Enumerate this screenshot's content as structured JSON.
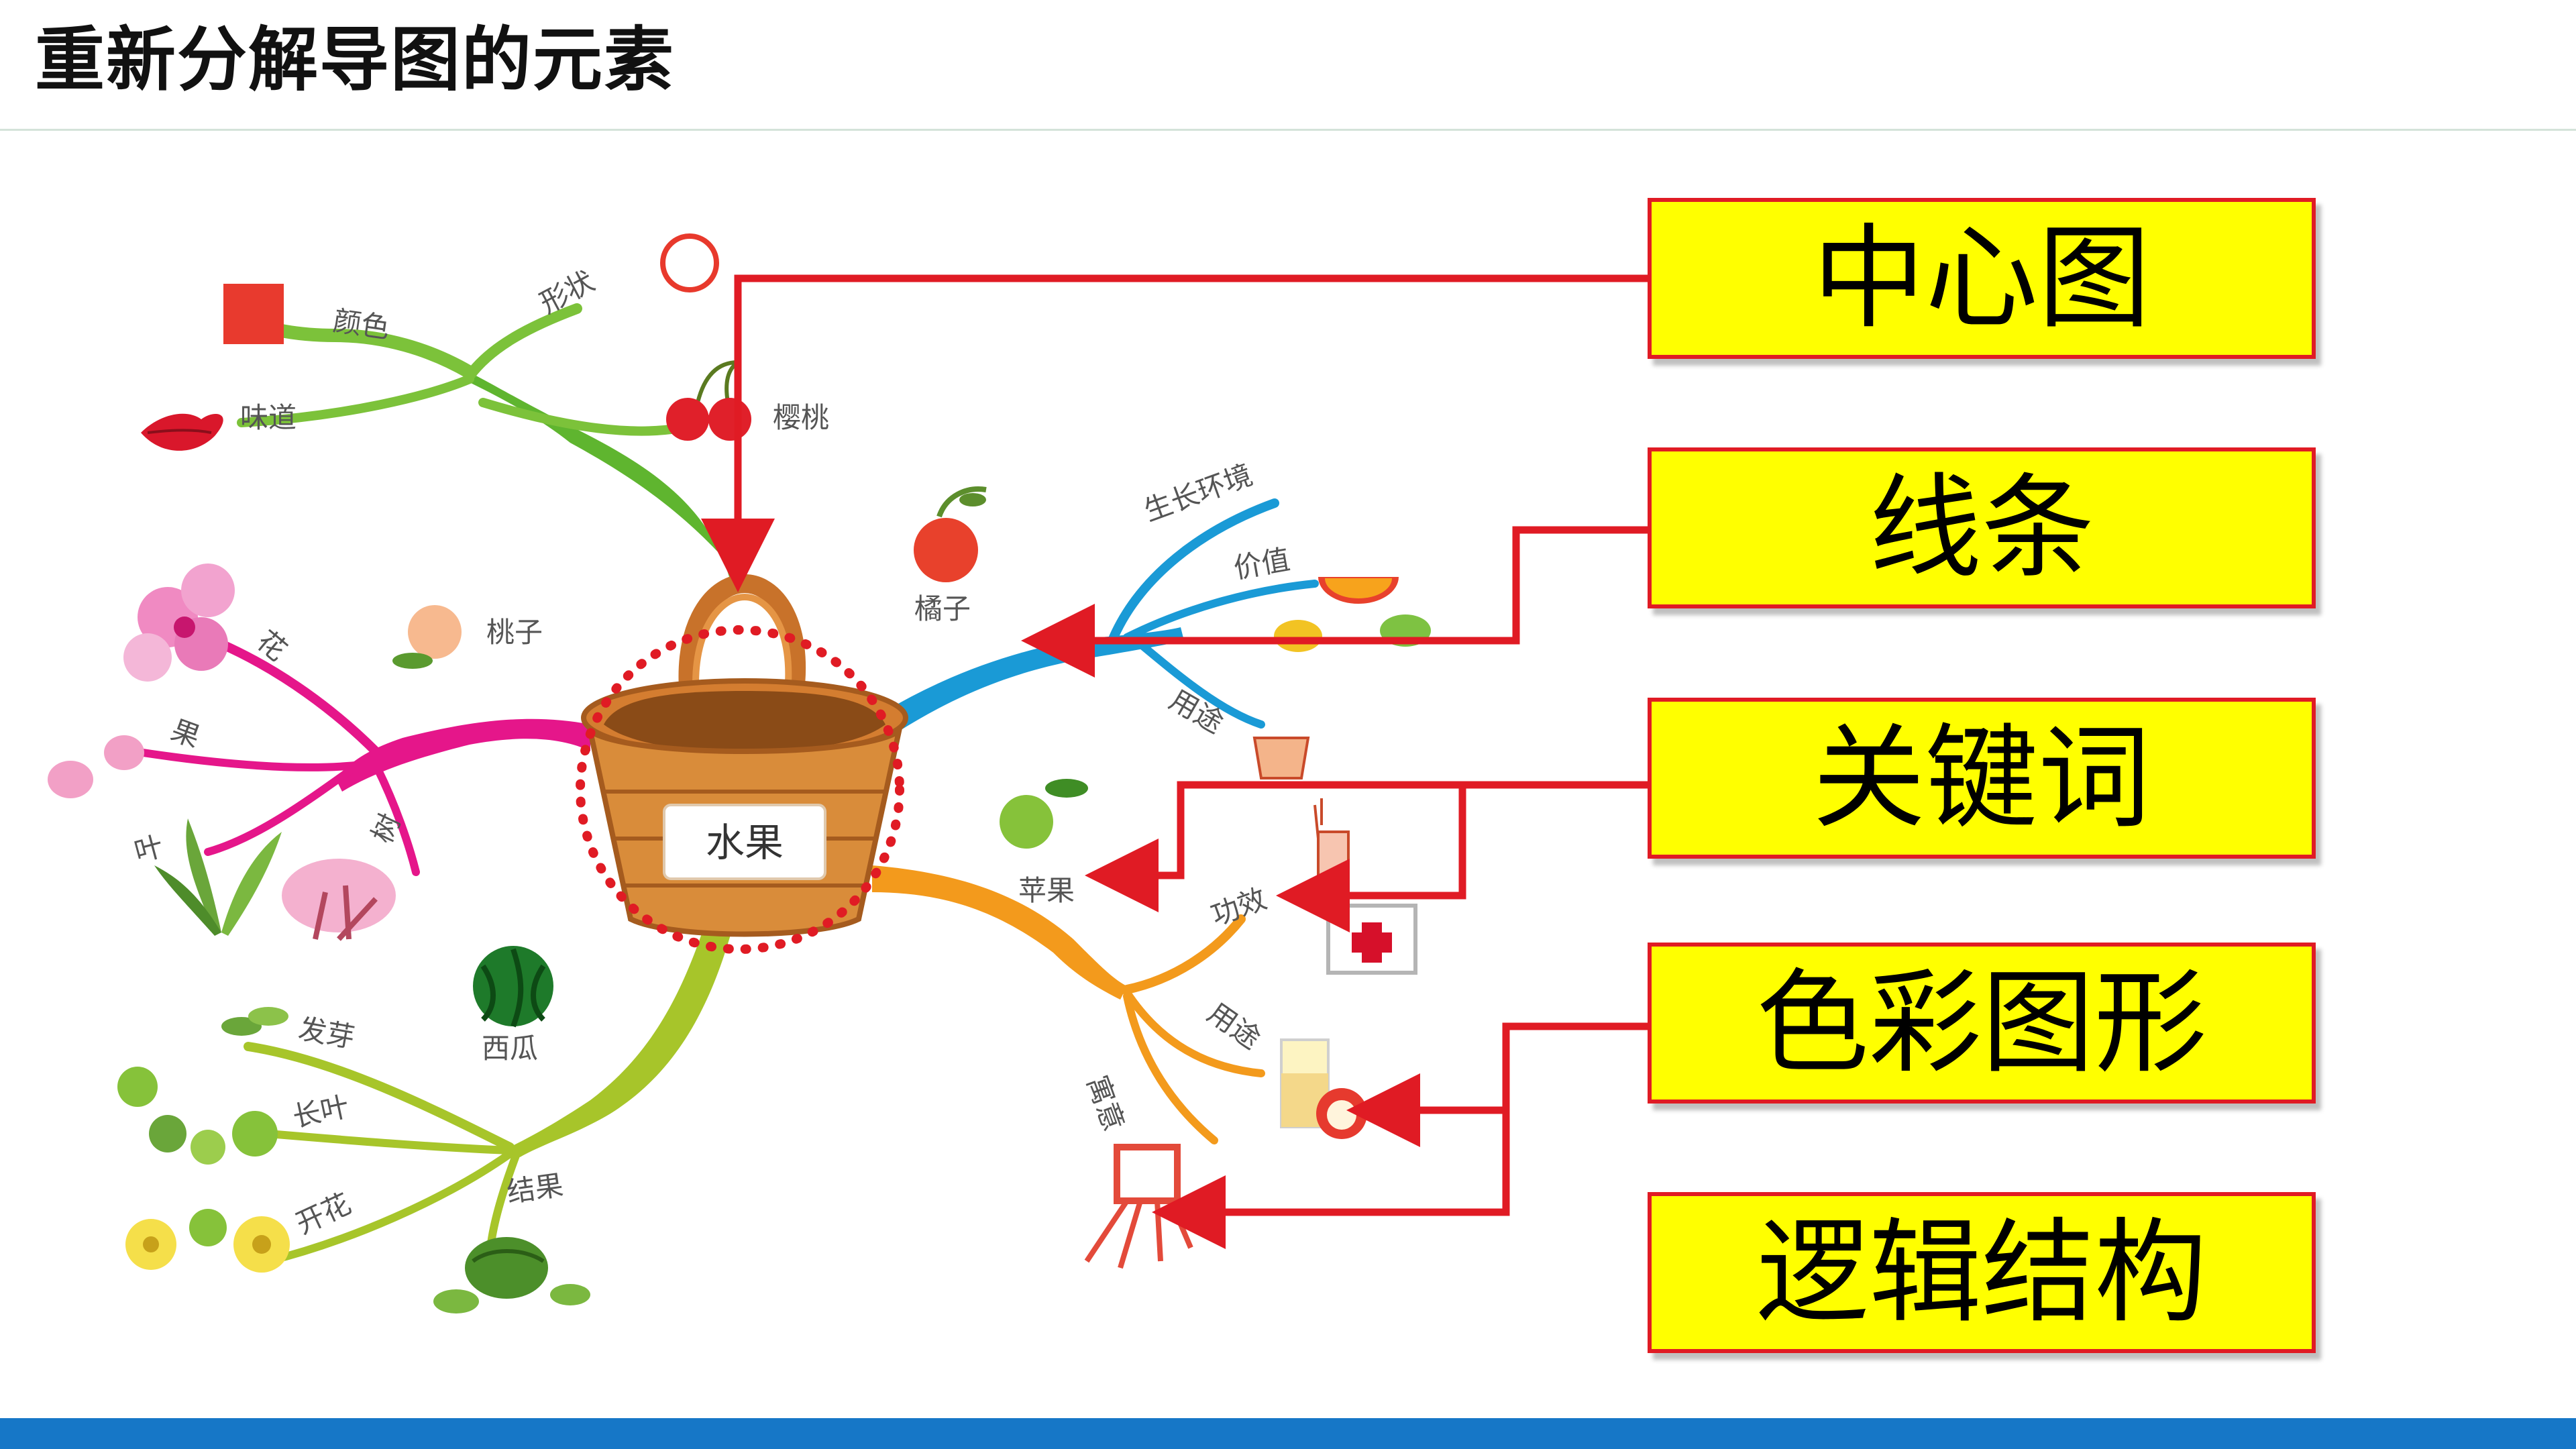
{
  "slide": {
    "title": "重新分解导图的元素"
  },
  "mindmap": {
    "center": "水果",
    "branches": {
      "top": [
        "颜色",
        "形状",
        "味道",
        "樱桃"
      ],
      "pink": [
        "花",
        "果",
        "叶",
        "树",
        "桃子"
      ],
      "blue": [
        "生长环境",
        "价值",
        "用途",
        "橘子"
      ],
      "orange": [
        "功效",
        "用途",
        "寓意",
        "苹果"
      ],
      "lime": [
        "发芽",
        "长叶",
        "开花",
        "结果",
        "西瓜"
      ]
    }
  },
  "elements": [
    "中心图",
    "线条",
    "关键词",
    "色彩图形",
    "逻辑结构"
  ],
  "colors": {
    "annotation_red": "#e01b24",
    "box_yellow": "#ffff00",
    "bottom_bar": "#1677c7"
  }
}
